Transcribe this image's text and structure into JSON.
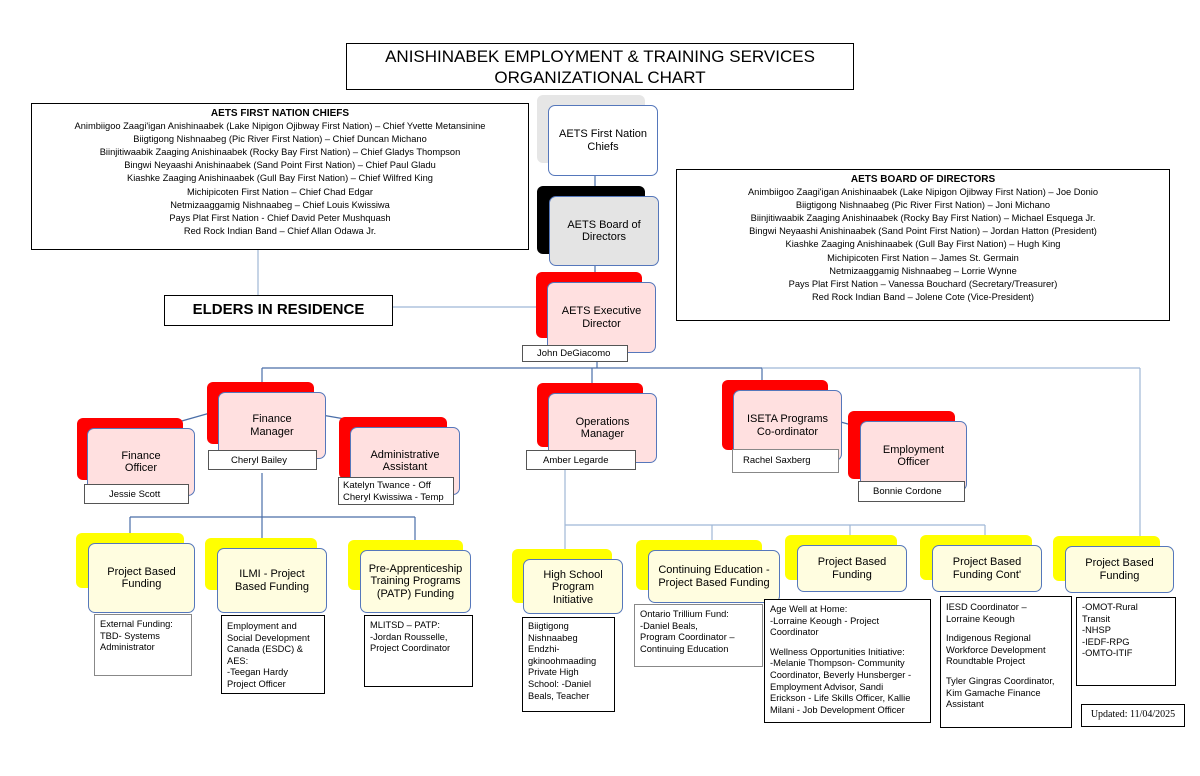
{
  "title": {
    "line1": "ANISHINABEK EMPLOYMENT & TRAINING SERVICES",
    "line2": "ORGANIZATIONAL CHART"
  },
  "chiefs_box": {
    "heading": "AETS FIRST NATION CHIEFS",
    "lines": [
      "Animbiigoo Zaagi'igan Anishinaabek (Lake Nipigon Ojibway First Nation) – Chief Yvette Metansinine",
      "Biigtigong Nishnaabeg (Pic River First Nation) – Chief Duncan Michano",
      "Biinjitiwaabik Zaaging Anishinaabek (Rocky Bay First Nation) – Chief Gladys Thompson",
      "Bingwi Neyaashi Anishinaabek (Sand Point First Nation) – Chief Paul Gladu",
      "Kiashke Zaaging Anishinaabek (Gull Bay First Nation) – Chief Wilfred King",
      "Michipicoten First Nation – Chief Chad Edgar",
      "Netmizaaggamig Nishnaabeg – Chief Louis Kwissiwa",
      "Pays Plat First Nation - Chief David Peter Mushquash",
      "Red Rock Indian Band – Chief Allan Odawa Jr."
    ]
  },
  "board_box": {
    "heading": "AETS BOARD OF DIRECTORS",
    "lines": [
      "Animbiigoo Zaagi'igan Anishinaabek (Lake Nipigon Ojibway First Nation) – Joe Donio",
      "Biigtigong Nishnaabeg (Pic River First Nation) – Joni Michano",
      "Biinjitiwaabik Zaaging Anishinaabek (Rocky Bay First Nation) – Michael Esquega Jr.",
      "Bingwi Neyaashi Anishinaabek (Sand Point First Nation) – Jordan Hatton (President)",
      "Kiashke Zaaging Anishinaabek (Gull Bay First Nation) – Hugh King",
      "Michipicoten First Nation – James St. Germain",
      "Netmizaaggamig Nishnaabeg – Lorrie Wynne",
      "Pays Plat First Nation – Vanessa Bouchard (Secretary/Treasurer)",
      "Red Rock Indian Band – Jolene Cote (Vice-President)"
    ]
  },
  "elders": "ELDERS IN RESIDENCE",
  "nodes": {
    "chiefs": [
      "AETS First Nation",
      "Chiefs"
    ],
    "board": [
      "AETS Board of",
      "Directors"
    ],
    "exec": [
      "AETS Executive",
      "Director"
    ],
    "finance_mgr": [
      "Finance",
      "Manager"
    ],
    "finance_off": [
      "Finance",
      "Officer"
    ],
    "admin": [
      "Administrative",
      "Assistant"
    ],
    "ops": [
      "Operations",
      "Manager"
    ],
    "iseta": [
      "ISETA Programs",
      "Co-ordinator"
    ],
    "emp": [
      "Employment",
      "Officer"
    ],
    "pbf1": [
      "Project Based",
      "Funding"
    ],
    "ilmi": [
      "ILMI - Project",
      "Based Funding"
    ],
    "patp": [
      "Pre-Apprenticeship",
      "Training Programs",
      "(PATP) Funding"
    ],
    "hs": [
      "High School",
      "Program",
      "Initiative"
    ],
    "ce": [
      "Continuing Education -",
      "Project Based Funding"
    ],
    "pbf2": [
      "Project Based",
      "Funding"
    ],
    "pbf3": [
      "Project Based",
      "Funding Cont'"
    ],
    "pbf4": [
      "Project Based",
      "Funding"
    ]
  },
  "names": {
    "exec": "John DeGiacomo",
    "finance_mgr": "Cheryl Bailey",
    "finance_off": "Jessie Scott",
    "admin_1": "Katelyn Twance - Off",
    "admin_2": "Cheryl Kwissiwa - Temp",
    "ops": "Amber Legarde",
    "iseta": "Rachel Saxberg",
    "emp": "Bonnie Cordone"
  },
  "details": {
    "pbf1": [
      "External Funding:",
      "TBD- Systems",
      "Administrator"
    ],
    "ilmi": [
      "Employment and",
      "Social Development",
      "Canada (ESDC) &",
      "AES:",
      "-Teegan Hardy",
      "Project Officer"
    ],
    "patp": [
      "MLITSD – PATP:",
      "-Jordan Rousselle,",
      "Project Coordinator"
    ],
    "hs": [
      "Biigtigong",
      "Nishnaabeg",
      "Endzhi-",
      "gkinoohmaading",
      "Private High",
      "School:  -Daniel",
      "Beals, Teacher"
    ],
    "ce": [
      "Ontario Trillium Fund:",
      "-Daniel Beals,",
      "Program Coordinator –",
      "Continuing Education"
    ],
    "pbf2_a": [
      "Age Well at Home:",
      "-Lorraine Keough - Project",
      "Coordinator"
    ],
    "pbf2_b": [
      "Wellness Opportunities Initiative:",
      "-Melanie Thompson- Community",
      "Coordinator, Beverly Hunsberger -",
      "Employment Advisor, Sandi",
      "Erickson - Life Skills Officer, Kallie",
      "Milani - Job Development Officer"
    ],
    "pbf3_a": [
      "IESD Coordinator –",
      "Lorraine Keough"
    ],
    "pbf3_b": [
      "Indigenous Regional",
      "Workforce Development",
      "Roundtable Project"
    ],
    "pbf3_c": [
      "Tyler Gingras Coordinator,",
      "Kim Gamache Finance",
      "Assistant"
    ],
    "pbf4": [
      "-OMOT-Rural",
      "Transit",
      "-NHSP",
      "-IEDF-RPG",
      "-OMTO-ITIF"
    ]
  },
  "updated": "Updated: 11/04/2025",
  "colors": {
    "accent_red": "#ff0000",
    "accent_yellow": "#ffff00",
    "accent_black": "#000000",
    "node_border": "#5577bb",
    "connector": "#4a6ea8"
  }
}
